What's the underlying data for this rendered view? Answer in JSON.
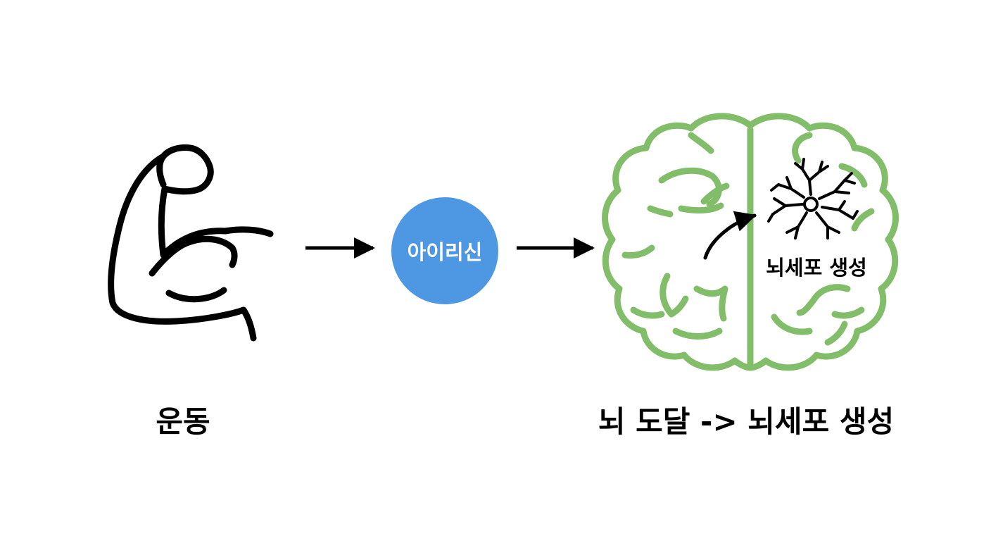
{
  "nodes": {
    "exercise": {
      "label": "운동",
      "icon": "flexed-arm-icon"
    },
    "irisin": {
      "label": "아이리신",
      "color": "#4d97e3"
    },
    "brain": {
      "icon": "brain-icon",
      "inner_label": "뇌세포 생성",
      "caption": "뇌 도달 -> 뇌세포 생성",
      "color": "#82bd6a"
    }
  },
  "edges": [
    {
      "from": "exercise",
      "to": "irisin"
    },
    {
      "from": "irisin",
      "to": "brain"
    }
  ],
  "colors": {
    "ink": "#000000",
    "background": "#ffffff"
  }
}
